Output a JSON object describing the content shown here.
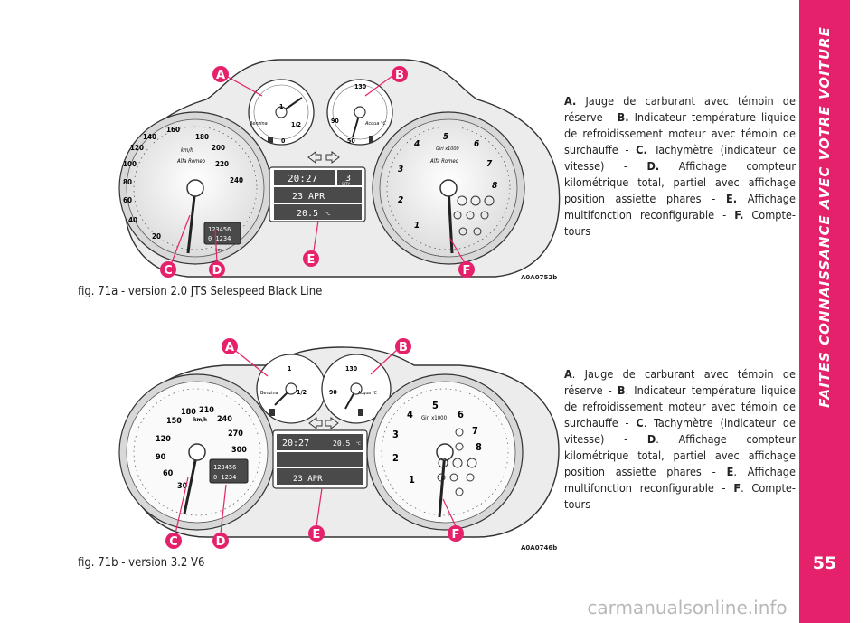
{
  "side_title": "FAITES CONNAISSANCE AVEC VOTRE VOITURE",
  "page_number": "55",
  "watermark": "carmanualsonline.info",
  "figures": [
    {
      "caption": "fig. 71a - version 2.0 JTS Selespeed Black Line",
      "code": "A0A0752b",
      "callouts": [
        "A",
        "B",
        "C",
        "D",
        "E",
        "F"
      ],
      "speedo_marks": [
        "20",
        "40",
        "60",
        "80",
        "100",
        "120",
        "140",
        "160",
        "180",
        "200",
        "220",
        "240"
      ],
      "speedo_unit": "km/h",
      "brand": "Alfa Romeo",
      "odometer": "123456",
      "trip": "0 1234",
      "odo_unit": "km",
      "fuel_label": "Benzina",
      "fuel_marks": [
        "1",
        "1/2",
        "0"
      ],
      "temp_label": "Acqua °C",
      "temp_marks": [
        "130",
        "90",
        "50"
      ],
      "display_time": "20:27",
      "display_gear": "3",
      "display_mode": "CITY",
      "display_date": "23 APR",
      "display_temp": "20.5",
      "display_temp_unit": "°C",
      "tacho_marks": [
        "1",
        "2",
        "3",
        "4",
        "5",
        "6",
        "7",
        "8"
      ],
      "tacho_unit": "Giri x1000"
    },
    {
      "caption": "fig. 71b - version 3.2 V6",
      "code": "A0A0746b",
      "callouts": [
        "A",
        "B",
        "C",
        "D",
        "E",
        "F"
      ],
      "speedo_marks": [
        "30",
        "60",
        "90",
        "120",
        "150",
        "180",
        "210",
        "240",
        "270",
        "300"
      ],
      "speedo_unit": "km/h",
      "odometer": "123456",
      "trip": "0 1234",
      "fuel_label": "Benzina",
      "fuel_marks": [
        "1",
        "1/2"
      ],
      "temp_label": "Acqua °C",
      "temp_marks": [
        "130",
        "90"
      ],
      "display_time": "20:27",
      "display_temp": "20.5",
      "display_temp_unit": "°C",
      "display_date": "23 APR",
      "tacho_marks": [
        "1",
        "2",
        "3",
        "4",
        "5",
        "6",
        "7",
        "8"
      ],
      "tacho_unit": "Giri x1000"
    }
  ],
  "descriptions": [
    {
      "a": "A.",
      "a_text": "Jauge de carburant avec témoin de réserve -",
      "b": "B.",
      "b_text": "Indicateur température liquide de refroidissement moteur avec témoin de surchauffe -",
      "c": "C.",
      "c_text": "Tachymètre (indicateur de vitesse) -",
      "d": "D.",
      "d_text": "Affichage compteur kilométrique total, partiel avec affichage position assiette phares -",
      "e": "E.",
      "e_text": "Affichage multifonction reconfigurable -",
      "f": "F.",
      "f_text": "Compte-tours"
    },
    {
      "a": "A",
      "a_text": ". Jauge de carburant avec témoin de réserve -",
      "b": "B",
      "b_text": ". Indicateur température liquide de refroidissement moteur avec témoin de surchauffe -",
      "c": "C",
      "c_text": ". Tachymètre (indicateur de vitesse) -",
      "d": "D",
      "d_text": ". Affichage compteur kilométrique total, partiel avec affichage position assiette phares -",
      "e": "E",
      "e_text": ". Affichage multifonction reconfigurable -",
      "f": "F",
      "f_text": ". Compte-tours"
    }
  ],
  "colors": {
    "accent": "#e6216b",
    "ink": "#222222",
    "panel": "#efefef",
    "lcd": "#4a4a4a"
  }
}
